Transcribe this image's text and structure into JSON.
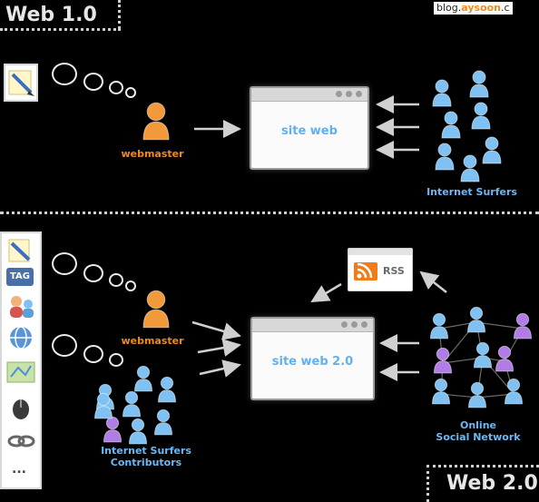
{
  "header": {
    "web1_label": "Web 1.0",
    "web2_label": "Web 2.0",
    "credit_prefix": "blog.",
    "credit_accent": "aysoon",
    "credit_suffix": ".c"
  },
  "web1": {
    "site_label": "site web",
    "webmaster_label": "webmaster",
    "surfers_label": "Internet Surfers"
  },
  "web2": {
    "site_label": "site web 2.0",
    "webmaster_label": "webmaster",
    "contributors_label_line1": "Internet Surfers",
    "contributors_label_line2": "Contributors",
    "network_label_line1": "Online",
    "network_label_line2": "Social Network",
    "rss_label": "RSS",
    "tag_label": "TAG",
    "more_label": "..."
  },
  "colors": {
    "blue_person": "#7fc1f2",
    "orange_person": "#f29a3a",
    "purple_person": "#b27ce6",
    "site_text": "#5fb1f2",
    "rss_orange": "#ef7d1a"
  },
  "icons": [
    "pen-icon",
    "tag-icon",
    "people-icon",
    "globe-icon",
    "map-icon",
    "mouse-icon",
    "chain-icon"
  ]
}
